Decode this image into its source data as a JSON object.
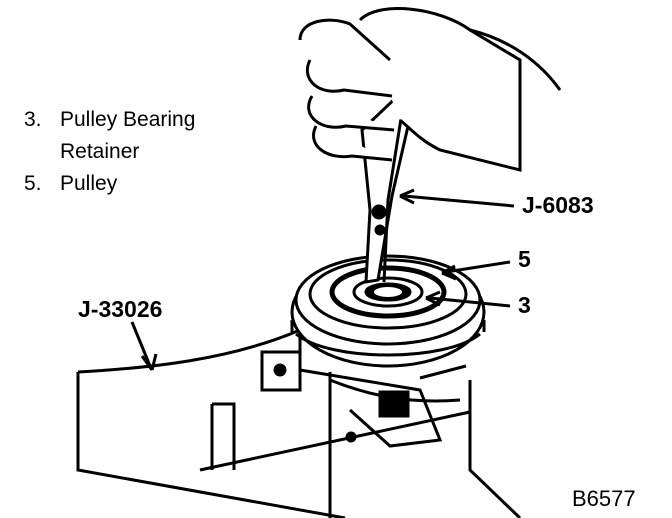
{
  "legend": [
    {
      "number": "3.",
      "text": "Pulley Bearing"
    },
    {
      "number": "",
      "text": "Retainer"
    },
    {
      "number": "5.",
      "text": "Pulley"
    }
  ],
  "callouts": {
    "tool_pliers": "J-6083",
    "part_pulley": "5",
    "part_retainer": "3",
    "tool_holder": "J-33026"
  },
  "figure_id": "B6577",
  "colors": {
    "ink": "#000000",
    "paper": "#ffffff"
  }
}
